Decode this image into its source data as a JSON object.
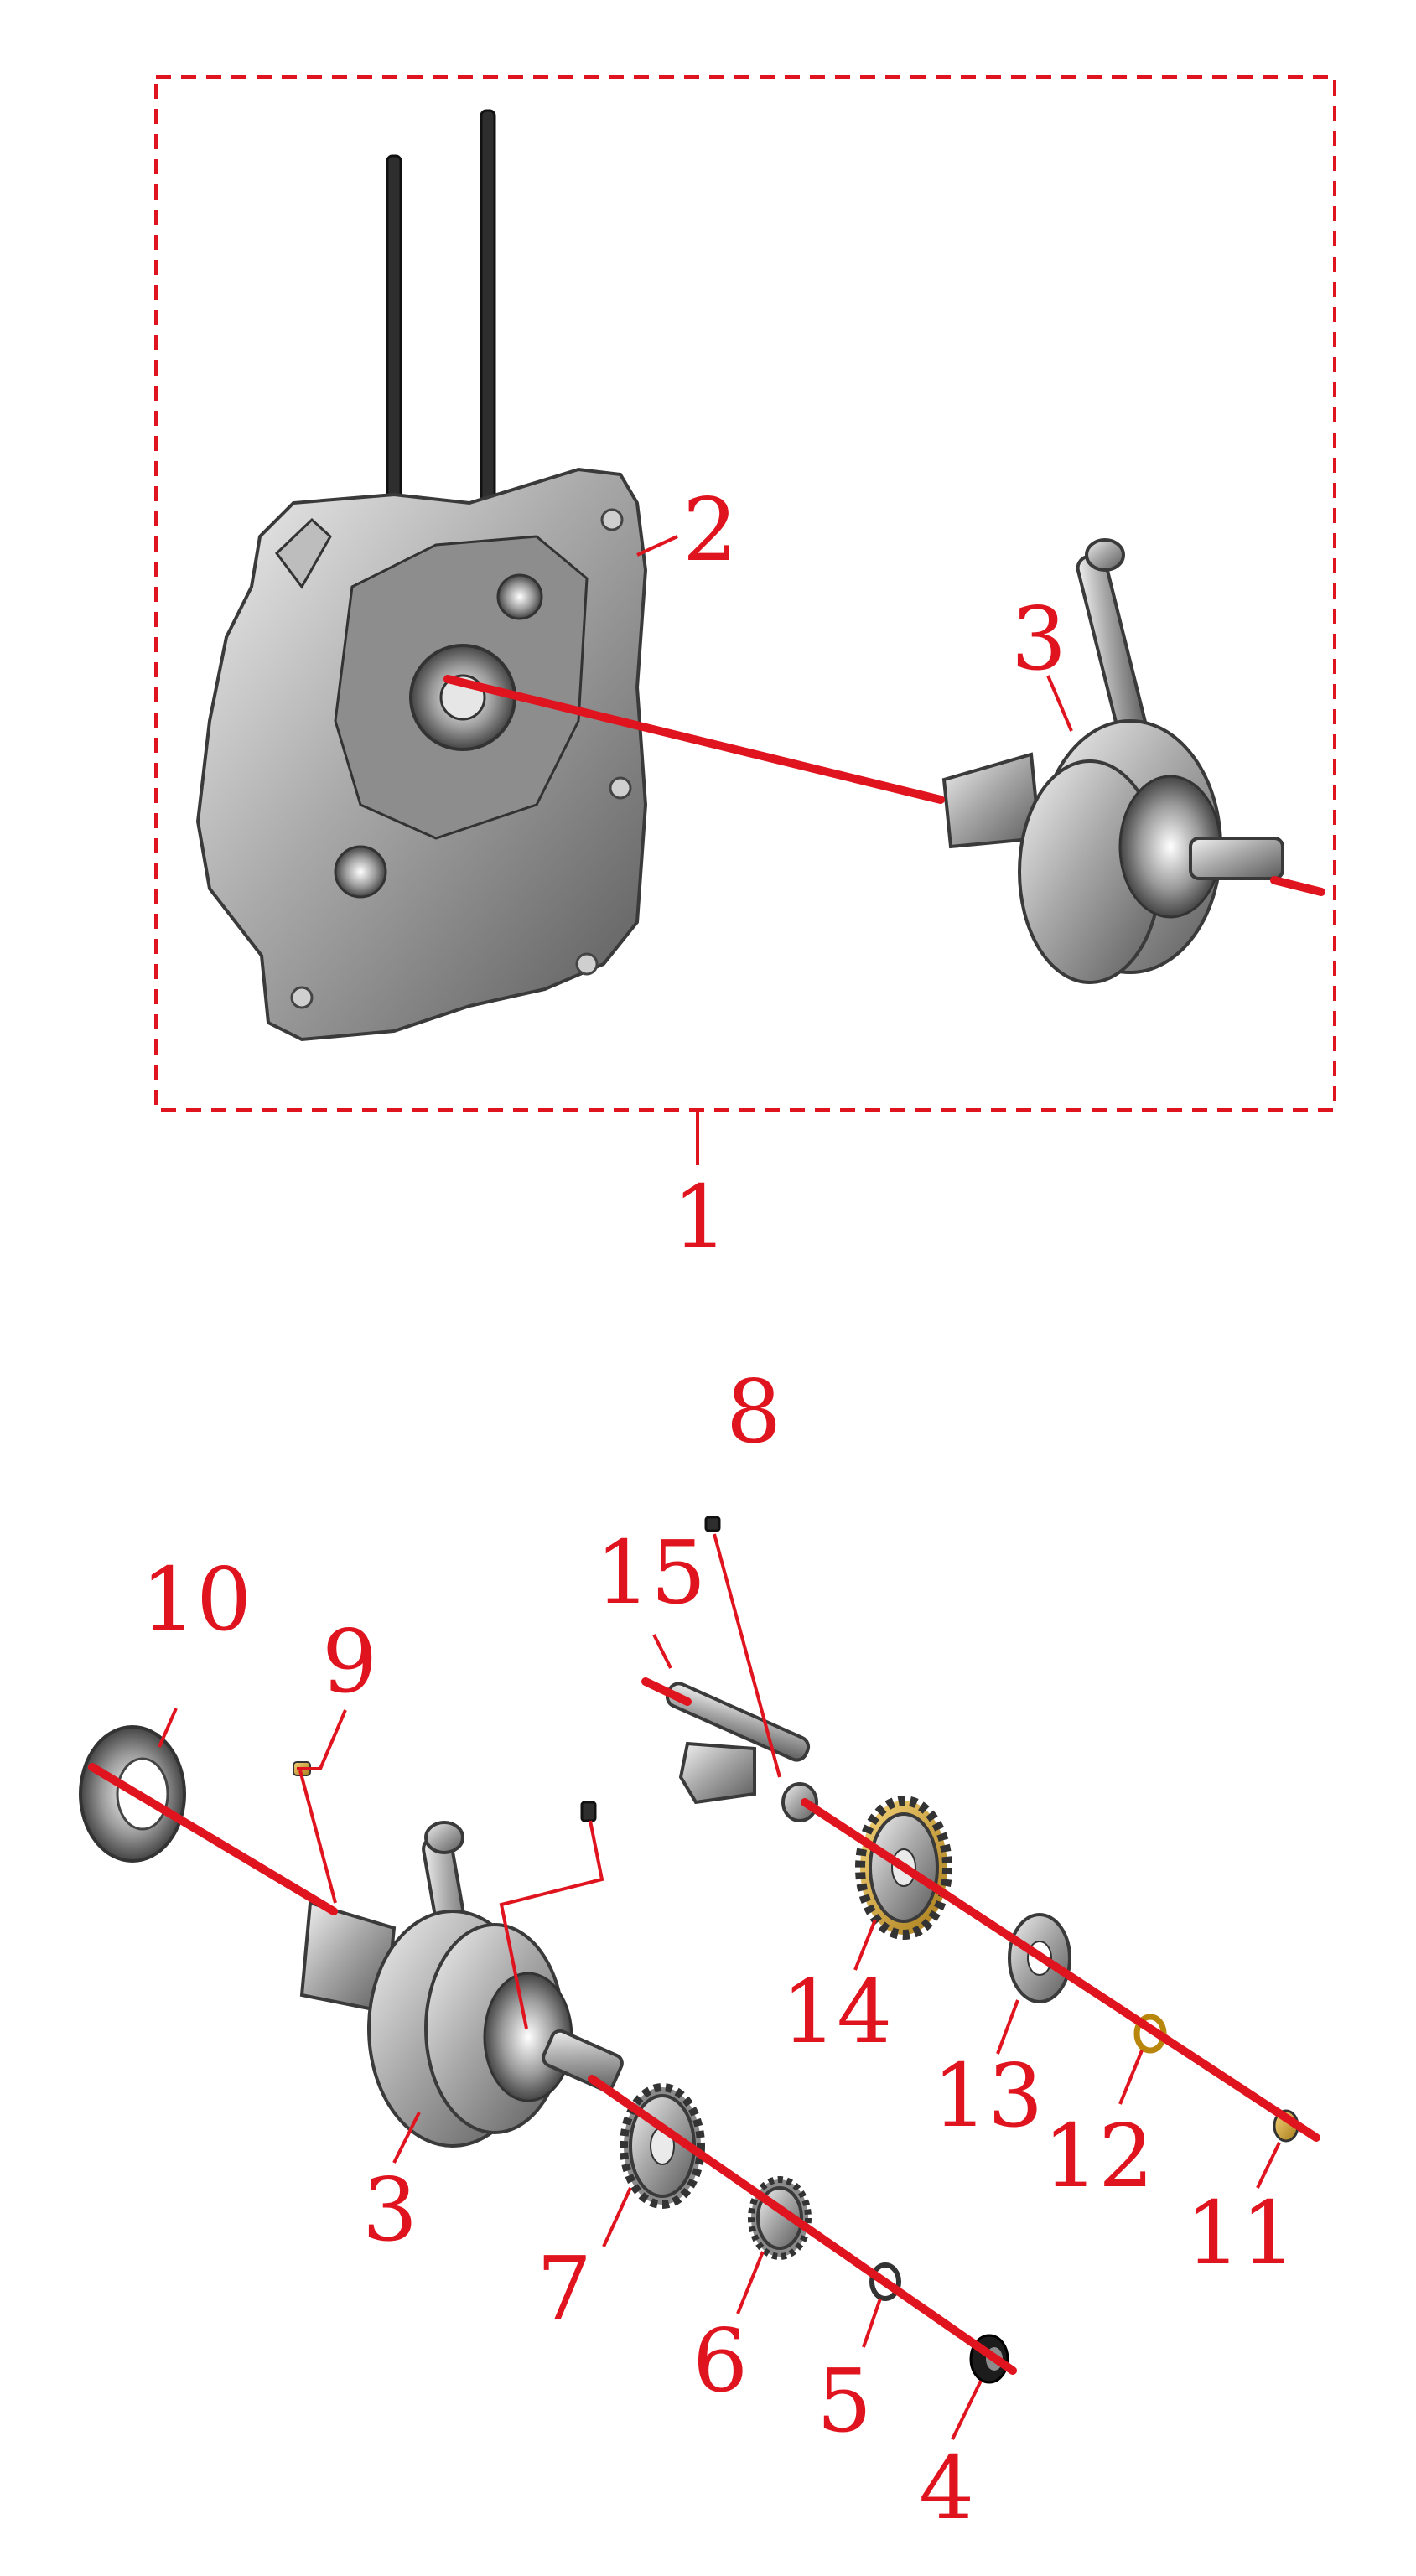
{
  "diagram": {
    "accent_color": "#e0141e",
    "callouts": [
      {
        "id": "1",
        "text": "1"
      },
      {
        "id": "2",
        "text": "2"
      },
      {
        "id": "3a",
        "text": "3"
      },
      {
        "id": "3b",
        "text": "3"
      },
      {
        "id": "4",
        "text": "4"
      },
      {
        "id": "5",
        "text": "5"
      },
      {
        "id": "6",
        "text": "6"
      },
      {
        "id": "7",
        "text": "7"
      },
      {
        "id": "8",
        "text": "8"
      },
      {
        "id": "9",
        "text": "9"
      },
      {
        "id": "10",
        "text": "10"
      },
      {
        "id": "11",
        "text": "11"
      },
      {
        "id": "12",
        "text": "12"
      },
      {
        "id": "13",
        "text": "13"
      },
      {
        "id": "14",
        "text": "14"
      },
      {
        "id": "15",
        "text": "15"
      }
    ]
  }
}
